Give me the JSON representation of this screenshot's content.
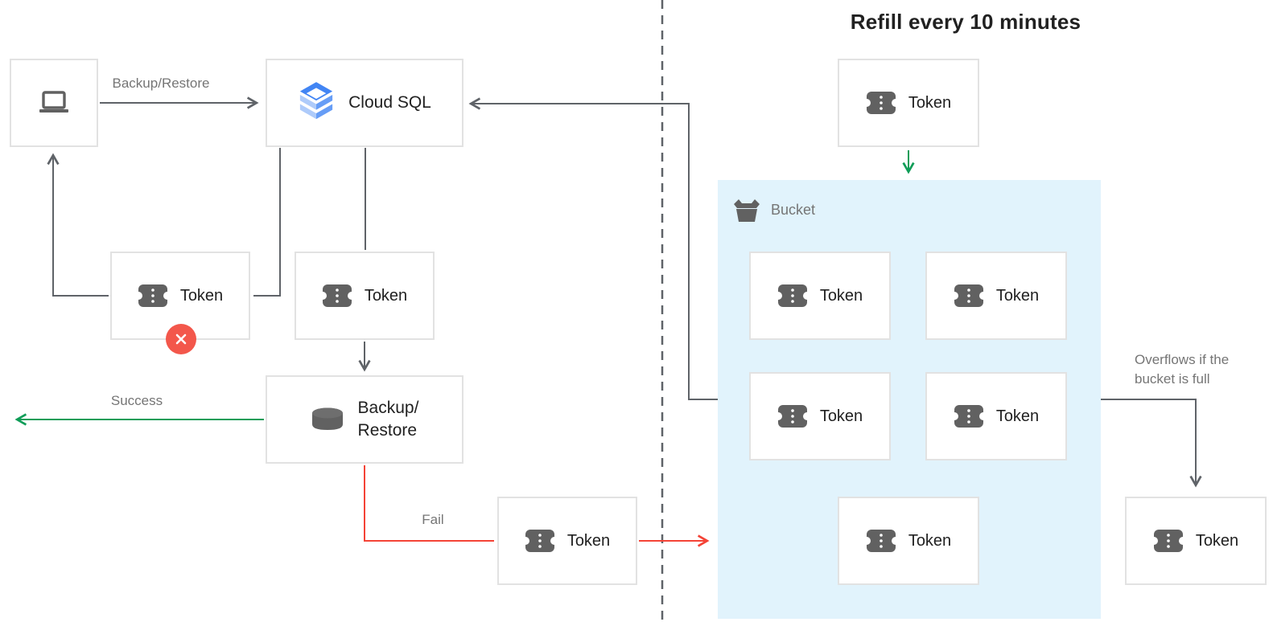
{
  "title": "Refill every 10 minutes",
  "labels": {
    "backup_restore_arrow": "Backup/Restore",
    "cloud_sql": "Cloud SQL",
    "token": "Token",
    "backup_line1": "Backup/",
    "backup_line2": "Restore",
    "success": "Success",
    "fail": "Fail",
    "bucket": "Bucket",
    "overflow_line1": "Overflows if the",
    "overflow_line2": "bucket is full"
  },
  "icons": {
    "client": "laptop-icon",
    "cloud_sql": "cloud-sql-stack-icon",
    "token": "ticket-icon",
    "backup_restore": "database-icon",
    "bucket": "bucket-icon",
    "failure_badge": "error-x-icon"
  },
  "colors": {
    "line_gray": "#5f6368",
    "text_dark": "#212121",
    "text_gray": "#757575",
    "icon_gray": "#616161",
    "box_border": "#e2e2e2",
    "bucket_fill": "#e1f3fc",
    "success_green": "#0f9d58",
    "fail_red": "#f44336",
    "badge_red": "#f3574b",
    "sql_blue_dark": "#4285f4",
    "sql_blue_mid": "#669df6",
    "sql_blue_light": "#aecbfa"
  }
}
